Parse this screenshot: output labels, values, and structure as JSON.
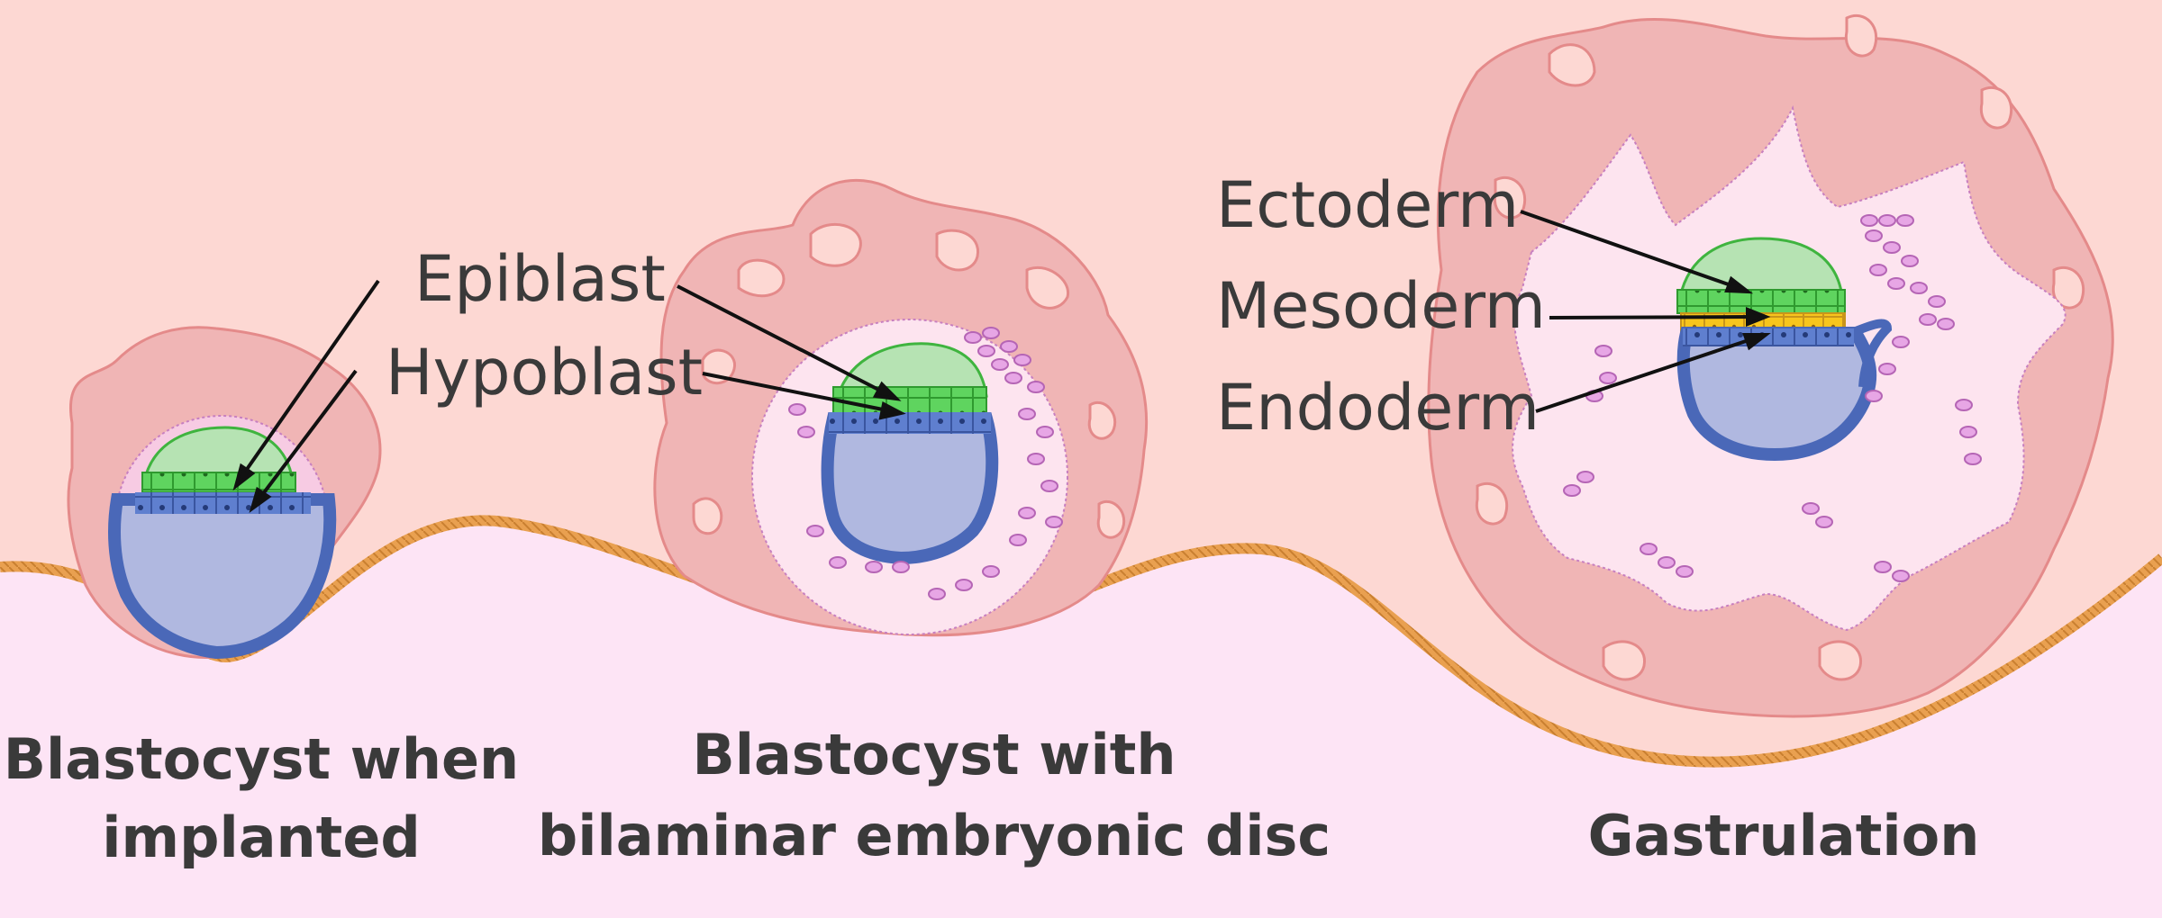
{
  "labels": {
    "epiblast": "Epiblast",
    "hypoblast": "Hypoblast",
    "ectoderm": "Ectoderm",
    "mesoderm": "Mesoderm",
    "endoderm": "Endoderm"
  },
  "captions": {
    "stage1_line1": "Blastocyst when",
    "stage1_line2": "implanted",
    "stage2_line1": "Blastocyst with",
    "stage2_line2": "bilaminar embryonic disc",
    "stage3_line1": "Gastrulation"
  },
  "colors": {
    "background": "#fdd8d3",
    "uterine_tissue": "#fde4f5",
    "epithelium": "#e9a050",
    "trophoblast": "#f0b5b5",
    "epiblast_green": "#5fd45f",
    "hypoblast_blue": "#5f7fcf",
    "mesoderm_yellow": "#f7c51d",
    "cavity_blue": "#b0b8e0"
  }
}
